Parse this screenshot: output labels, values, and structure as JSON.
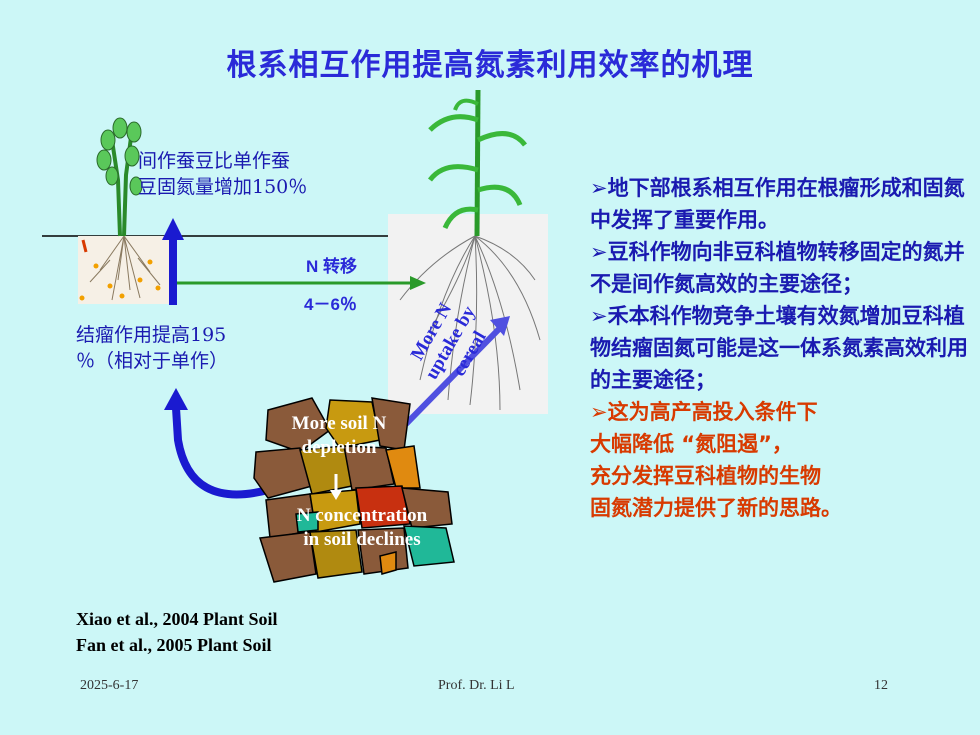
{
  "title": "根系相互作用提高氮素利用效率的机理",
  "left_caption_top": [
    "间作蚕豆比单作蚕",
    "豆固氮量增加150％"
  ],
  "left_caption_bottom": [
    "结瘤作用提高195",
    "％（相对于单作）"
  ],
  "n_transfer": [
    "N 转移",
    "4－6％"
  ],
  "uptake_label": [
    "More N",
    "uptake by",
    "cereal"
  ],
  "soil_labels": {
    "depletion": [
      "More soil N",
      "depletion"
    ],
    "concentration": [
      "N concentration",
      "in soil declines"
    ]
  },
  "right_paragraphs": [
    "➢地下部根系相互作用在根瘤形成和固氮中发挥了重要作用。",
    "➢豆科作物向非豆科植物转移固定的氮并不是间作氮高效的主要途径；",
    "➢禾本科作物竞争土壤有效氮增加豆科植物结瘤固氮可能是这一体系氮素高效利用的主要途径；"
  ],
  "right_highlight": [
    "➢这为高产高投入条件下",
    "大幅降低 “氮阻遏”，",
    "充分发挥豆科植物的生物",
    "固氮潜力提供了新的思路。"
  ],
  "references": [
    "Xiao et al., 2004 Plant Soil",
    "Fan et al., 2005 Plant Soil"
  ],
  "footer": {
    "date": "2025-6-17",
    "author": "Prof. Dr. Li L",
    "page": "12"
  },
  "colors": {
    "background": "#ccf7f7",
    "title": "#2a2ad8",
    "highlight": "#d83a00",
    "arrow_blue": "#1a1ad0",
    "arrow_green": "#2a9a2a"
  }
}
